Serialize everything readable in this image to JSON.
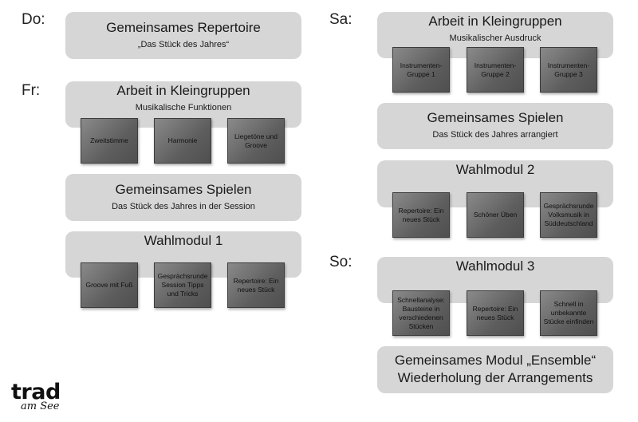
{
  "days": {
    "do": "Do:",
    "fr": "Fr:",
    "sa": "Sa:",
    "so": "So:"
  },
  "do_box": {
    "title": "Gemeinsames Repertoire",
    "subtitle": "„Das Stück des Jahres“"
  },
  "fr_groups": {
    "title": "Arbeit in Kleingruppen",
    "subtitle": "Musikalische Funktionen",
    "items": [
      "Zweitstimme",
      "Harmonie",
      "Liegetöne und Groove"
    ]
  },
  "fr_play": {
    "title": "Gemeinsames Spielen",
    "subtitle": "Das Stück des Jahres in der Session"
  },
  "fr_wahl": {
    "title": "Wahlmodul 1",
    "items": [
      "Groove mit Fuß",
      "Gesprächsrunde Session Tipps und Tricks",
      "Repertoire: Ein neues Stück"
    ]
  },
  "sa_groups": {
    "title": "Arbeit in Kleingruppen",
    "subtitle": "Musikalischer Ausdruck",
    "items": [
      "Instrumenten-Gruppe 1",
      "Instrumenten-Gruppe 2",
      "Instrumenten-Gruppe 3"
    ]
  },
  "sa_play": {
    "title": "Gemeinsames Spielen",
    "subtitle": "Das Stück des Jahres arrangiert"
  },
  "sa_wahl": {
    "title": "Wahlmodul 2",
    "items": [
      "Repertoire: Ein neues Stück",
      "Schöner Üben",
      "Gesprächsrunde Volksmusik in Süddeutschland"
    ]
  },
  "so_wahl": {
    "title": "Wahlmodul 3",
    "items": [
      "Schnellanalyse: Bausteine in verschiedenen Stücken",
      "Repertoire: Ein neues Stück",
      "Schnell in unbekannte Stücke einfinden"
    ]
  },
  "so_ensemble": {
    "line1": "Gemeinsames Modul „Ensemble“",
    "line2": "Wiederholung der Arrangements"
  },
  "logo": {
    "main": "trad",
    "sub": "am See"
  }
}
